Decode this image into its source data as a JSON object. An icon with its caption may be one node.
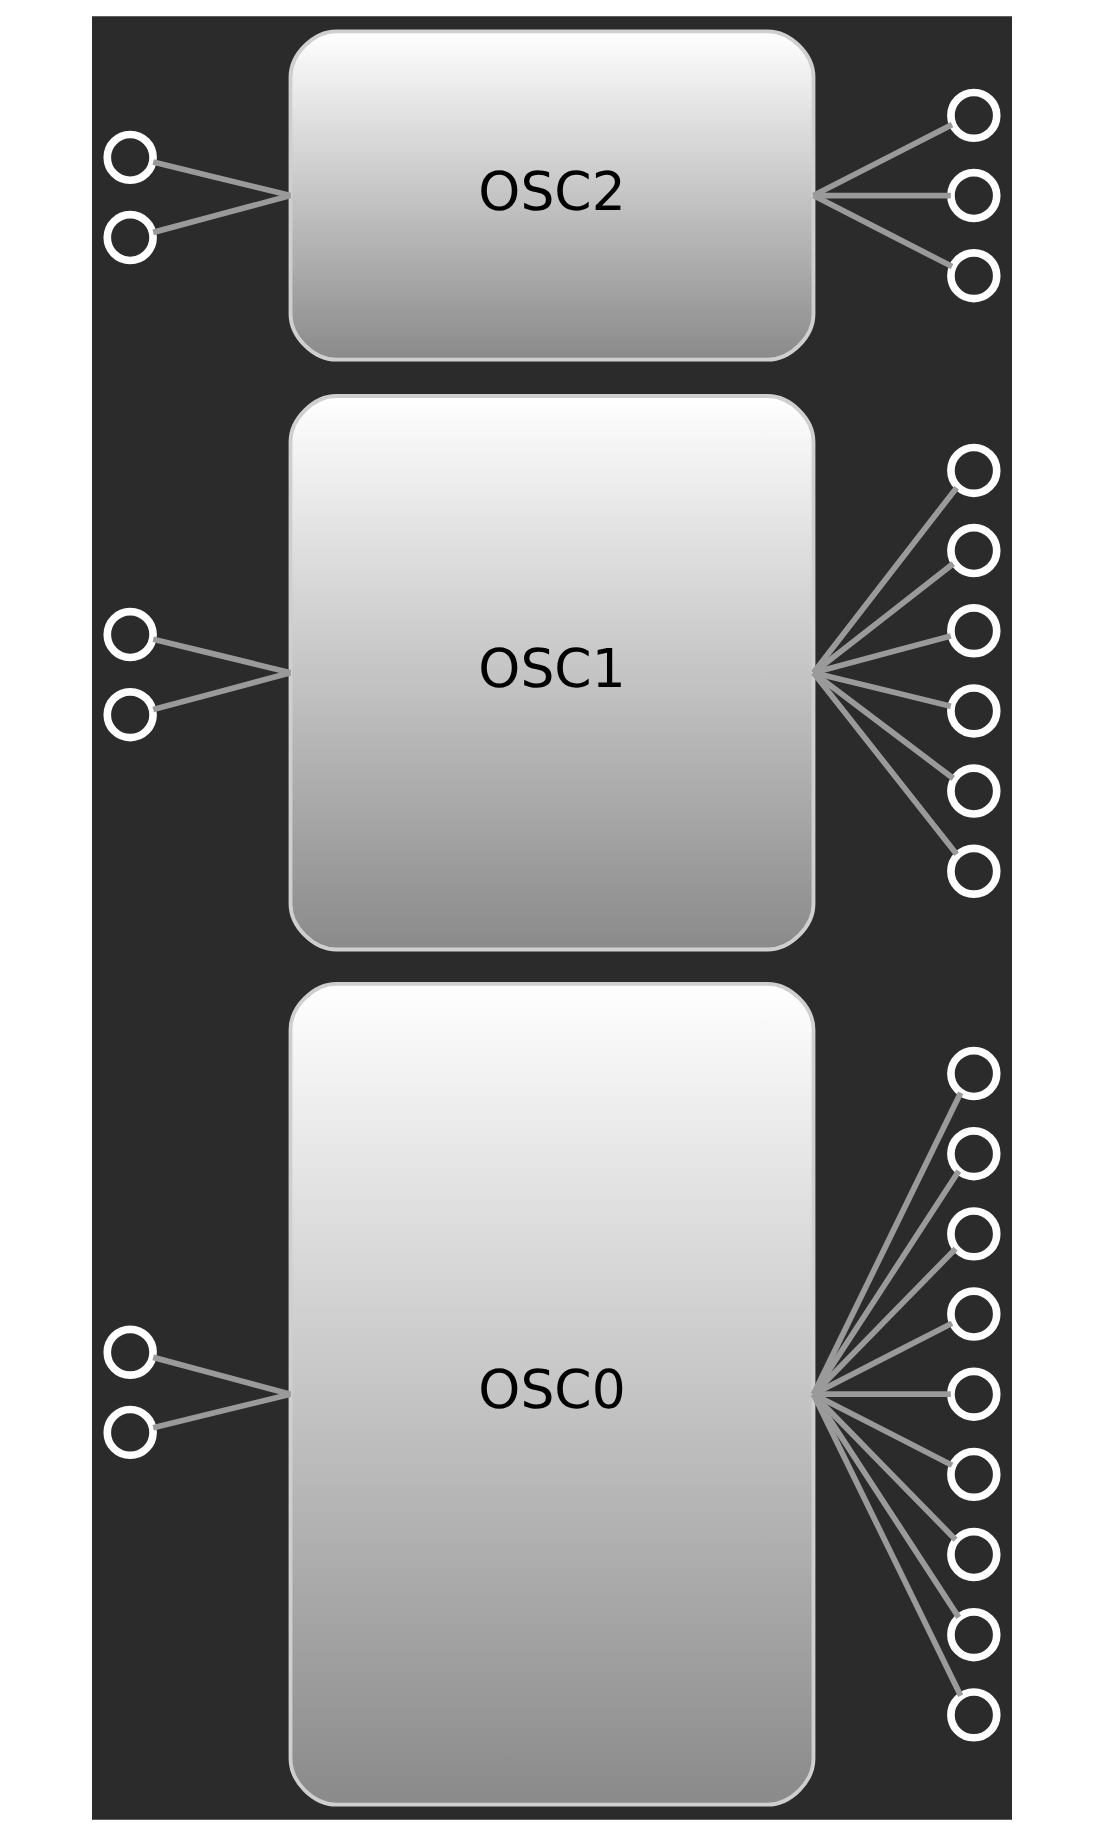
{
  "diagram": {
    "nodes": [
      {
        "text": [
          "OSC0"
        ]
      },
      {
        "text": [],
        "shape": "circle"
      },
      {
        "text": [],
        "shape": "circle"
      },
      {
        "text": [],
        "shape": "circle"
      },
      {
        "text": [],
        "shape": "circle"
      },
      {
        "text": [],
        "shape": "circle"
      },
      {
        "text": [],
        "shape": "circle"
      },
      {
        "text": [],
        "shape": "circle"
      },
      {
        "text": [],
        "shape": "circle"
      },
      {
        "text": [],
        "shape": "circle"
      },
      {
        "text": [],
        "shape": "circle"
      },
      {
        "text": [],
        "shape": "circle"
      },
      {
        "text": [
          "OSC1"
        ]
      },
      {
        "text": [],
        "shape": "circle"
      },
      {
        "text": [],
        "shape": "circle"
      },
      {
        "text": [],
        "shape": "circle"
      },
      {
        "text": [],
        "shape": "circle"
      },
      {
        "text": [],
        "shape": "circle"
      },
      {
        "text": [],
        "shape": "circle"
      },
      {
        "text": [],
        "shape": "circle"
      },
      {
        "text": [],
        "shape": "circle"
      },
      {
        "text": [
          "OSC2"
        ]
      },
      {
        "text": [],
        "shape": "circle"
      },
      {
        "text": [],
        "shape": "circle"
      },
      {
        "text": [],
        "shape": "circle"
      },
      {
        "text": [],
        "shape": "circle"
      },
      {
        "text": [],
        "shape": "circle"
      }
    ],
    "edges": [
      {
        "from": 1,
        "to": 0,
        "arrow": "none"
      },
      {
        "from": 2,
        "to": 0,
        "arrow": "none"
      },
      {
        "from": 0,
        "to": 3,
        "arrow": "none"
      },
      {
        "from": 0,
        "to": 4,
        "arrow": "none"
      },
      {
        "from": 0,
        "to": 5,
        "arrow": "none"
      },
      {
        "from": 0,
        "to": 6,
        "arrow": "none"
      },
      {
        "from": 0,
        "to": 7,
        "arrow": "none"
      },
      {
        "from": 0,
        "to": 8,
        "arrow": "none"
      },
      {
        "from": 0,
        "to": 9,
        "arrow": "none"
      },
      {
        "from": 0,
        "to": 10,
        "arrow": "none"
      },
      {
        "from": 0,
        "to": 11,
        "arrow": "none"
      },
      {
        "from": 13,
        "to": 12,
        "arrow": "none"
      },
      {
        "from": 14,
        "to": 12,
        "arrow": "none"
      },
      {
        "from": 12,
        "to": 15,
        "arrow": "none"
      },
      {
        "from": 12,
        "to": 16,
        "arrow": "none"
      },
      {
        "from": 12,
        "to": 17,
        "arrow": "none"
      },
      {
        "from": 12,
        "to": 18,
        "arrow": "none"
      },
      {
        "from": 12,
        "to": 19,
        "arrow": "none"
      },
      {
        "from": 12,
        "to": 20,
        "arrow": "none"
      },
      {
        "from": 22,
        "to": 21,
        "arrow": "none"
      },
      {
        "from": 23,
        "to": 21,
        "arrow": "none"
      },
      {
        "from": 21,
        "to": 24,
        "arrow": "none"
      },
      {
        "from": 21,
        "to": 25,
        "arrow": "none"
      },
      {
        "from": 21,
        "to": 26,
        "arrow": "none"
      }
    ]
  }
}
